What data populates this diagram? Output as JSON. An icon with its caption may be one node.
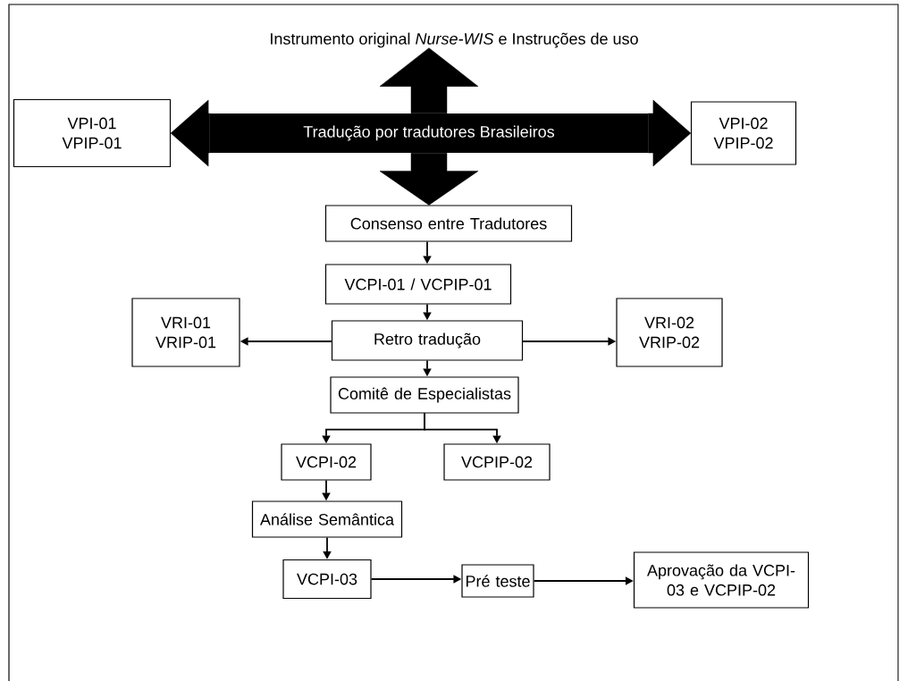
{
  "diagram": {
    "nodes": [
      {
        "text": [
          "Instrumento original *Nurse-WIS* e Instruções de uso"
        ]
      },
      {
        "text": [
          "VPI-01 VPIP-01"
        ]
      },
      {
        "text": [
          "Tradução por tradutores Brasileiros"
        ]
      },
      {
        "text": [
          "VPI-02 VPIP-02"
        ]
      },
      {
        "text": [
          "Consenso entre Tradutores"
        ]
      },
      {
        "text": [
          "VCPI-01 / VCPIP-01"
        ]
      },
      {
        "text": [
          "VRI-01 VRIP-01"
        ]
      },
      {
        "text": [
          "Retro tradução"
        ]
      },
      {
        "text": [
          "VRI-02 VRIP-02"
        ]
      },
      {
        "text": [
          "Comitê de Especialistas"
        ]
      },
      {
        "text": [
          "VCPI-02"
        ]
      },
      {
        "text": [
          "VCPIP-02"
        ]
      },
      {
        "text": [
          "Análise Semântica"
        ]
      },
      {
        "text": [
          "VCPI-03"
        ]
      },
      {
        "text": [
          "Pré teste"
        ]
      },
      {
        "text": [
          "Aprovação da VCPI-03 e VCPIP-02"
        ]
      }
    ],
    "edges": [
      {
        "from": 2,
        "to": 0,
        "arrow": "to",
        "style": "thick"
      },
      {
        "from": 2,
        "to": 1,
        "arrow": "to",
        "style": "thick"
      },
      {
        "from": 2,
        "to": 3,
        "arrow": "to",
        "style": "thick"
      },
      {
        "from": 2,
        "to": 4,
        "arrow": "to",
        "style": "thick"
      },
      {
        "from": 4,
        "to": 5,
        "arrow": "to"
      },
      {
        "from": 5,
        "to": 7,
        "arrow": "to"
      },
      {
        "from": 7,
        "to": 6,
        "arrow": "to"
      },
      {
        "from": 7,
        "to": 8,
        "arrow": "to"
      },
      {
        "from": 7,
        "to": 9,
        "arrow": "to"
      },
      {
        "from": 9,
        "to": 10,
        "arrow": "to"
      },
      {
        "from": 9,
        "to": 11,
        "arrow": "to"
      },
      {
        "from": 10,
        "to": 12,
        "arrow": "to"
      },
      {
        "from": 12,
        "to": 13,
        "arrow": "to"
      },
      {
        "from": 13,
        "to": 14,
        "arrow": "to"
      },
      {
        "from": 14,
        "to": 15,
        "arrow": "to"
      }
    ]
  }
}
